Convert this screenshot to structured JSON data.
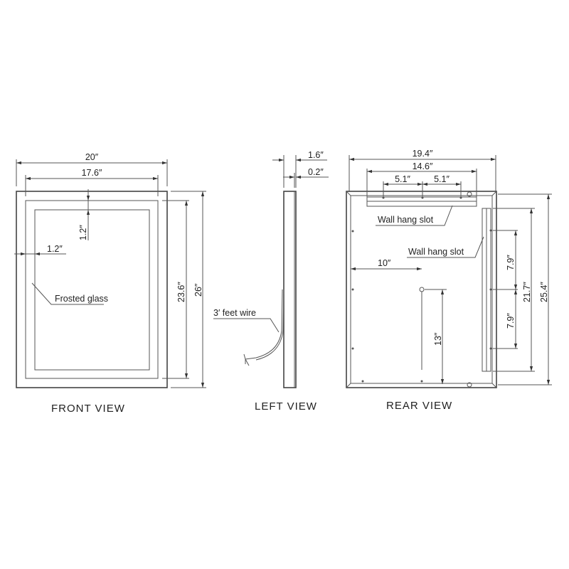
{
  "front_view": {
    "title": "FRONT VIEW",
    "width_outer": "20″",
    "width_inner": "17.6″",
    "top_border": "1.2″",
    "side_border": "1.2″",
    "height_inner": "23.6″",
    "height_outer": "26″",
    "glass_label": "Frosted glass"
  },
  "left_view": {
    "title": "LEFT VIEW",
    "depth_total": "1.6″",
    "depth_glass": "0.2″",
    "wire_label": "3′ feet wire"
  },
  "rear_view": {
    "title": "REAR VIEW",
    "width_total": "19.4″",
    "slot_width": "14.6″",
    "hole_spacing_left": "5.1″",
    "hole_spacing_right": "5.1″",
    "top_slot_label": "Wall hang slot",
    "side_slot_label": "Wall hang slot",
    "wire_offset_x": "10″",
    "wire_height": "13″",
    "side_spacing_upper": "7.9″",
    "side_spacing_lower": "7.9″",
    "side_slot_length": "21.7″",
    "height_total": "25.4″"
  }
}
